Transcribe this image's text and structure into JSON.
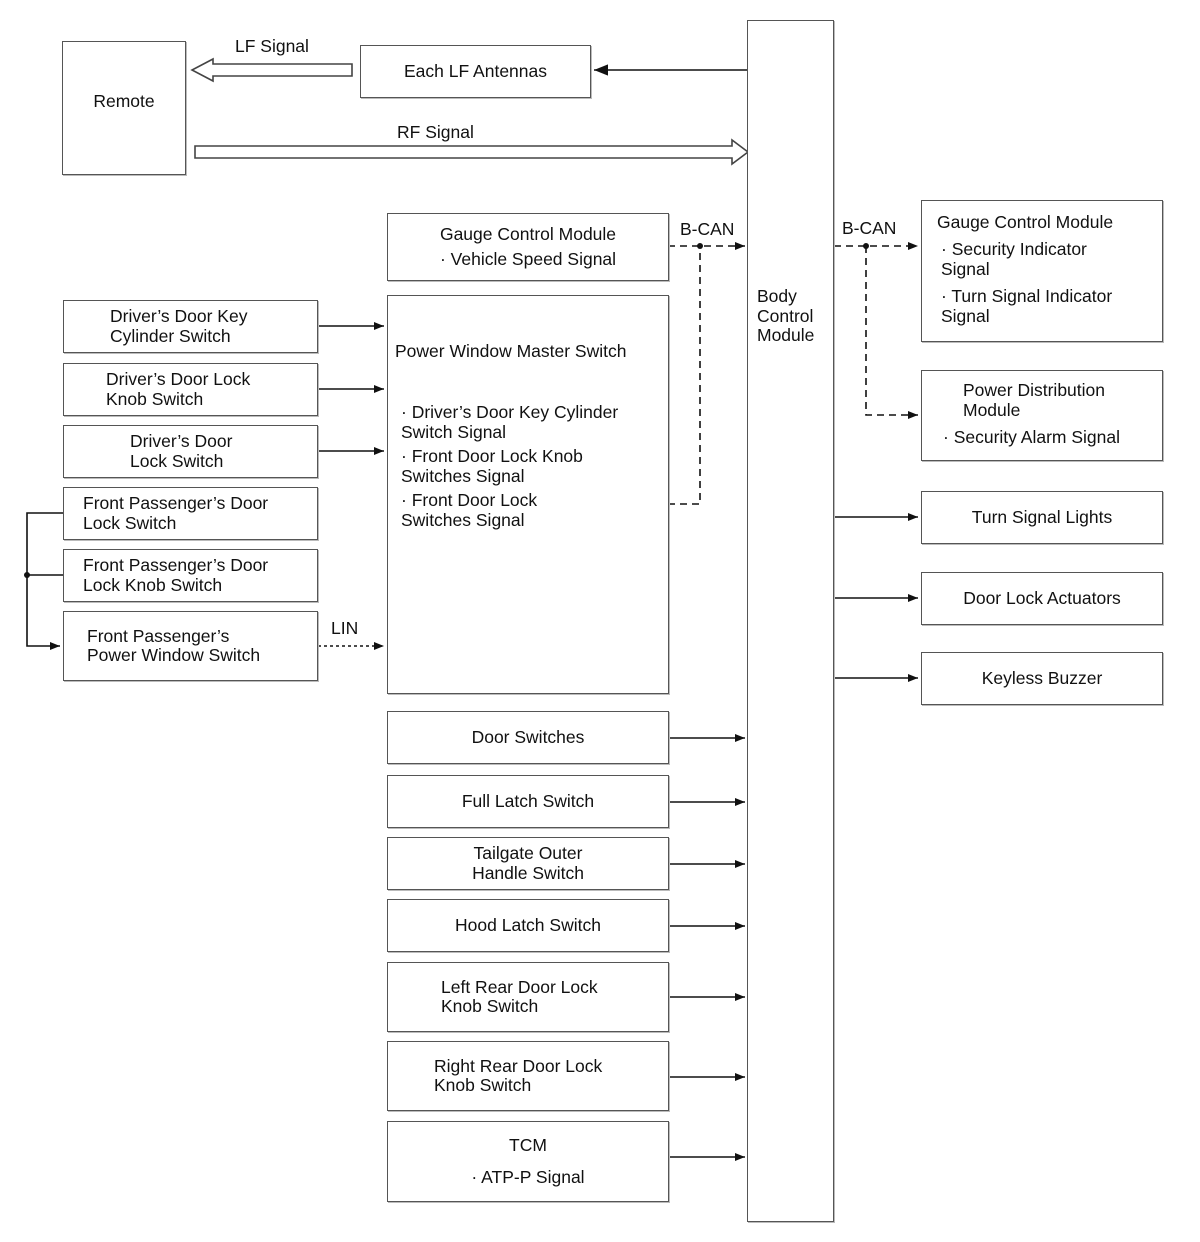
{
  "remote": "Remote",
  "lf_antennas": "Each LF Antennas",
  "lf_signal": "LF Signal",
  "rf_signal": "RF Signal",
  "bcm": "Body\nControl\nModule",
  "gauge_left": {
    "title": "Gauge Control Module",
    "items": [
      "· Vehicle Speed Signal"
    ]
  },
  "bcan_left": "B-CAN",
  "bcan_right": "B-CAN",
  "lin": "LIN",
  "pwms": {
    "title": "Power Window Master Switch",
    "items": [
      "· Driver’s Door Key Cylinder\nSwitch Signal",
      "· Front Door Lock Knob\nSwitches Signal",
      "· Front Door Lock\nSwitches Signal"
    ]
  },
  "left_switches": [
    "Driver’s Door Key\nCylinder Switch",
    "Driver’s Door Lock\nKnob Switch",
    "Driver’s Door\nLock Switch",
    "Front Passenger’s Door\nLock Switch",
    "Front Passenger’s Door\nLock Knob Switch",
    "Front Passenger’s\nPower Window Switch"
  ],
  "center_inputs": [
    {
      "label": "Door Switches"
    },
    {
      "label": "Full Latch Switch"
    },
    {
      "label": "Tailgate Outer\nHandle Switch"
    },
    {
      "label": "Hood Latch Switch"
    },
    {
      "label": "Left Rear Door Lock\nKnob Switch"
    },
    {
      "label": "Right Rear Door Lock\nKnob Switch"
    },
    {
      "label": "TCM",
      "sub": "· ATP-P Signal"
    }
  ],
  "gauge_right": {
    "title": "Gauge Control Module",
    "items": [
      "· Security Indicator\nSignal",
      "· Turn Signal Indicator\nSignal"
    ]
  },
  "pdm": {
    "title": "Power Distribution\nModule",
    "items": [
      "· Security Alarm Signal"
    ]
  },
  "outputs": [
    "Turn Signal Lights",
    "Door Lock Actuators",
    "Keyless Buzzer"
  ],
  "colors": {
    "line": "#111111",
    "box_border": "#555555"
  }
}
